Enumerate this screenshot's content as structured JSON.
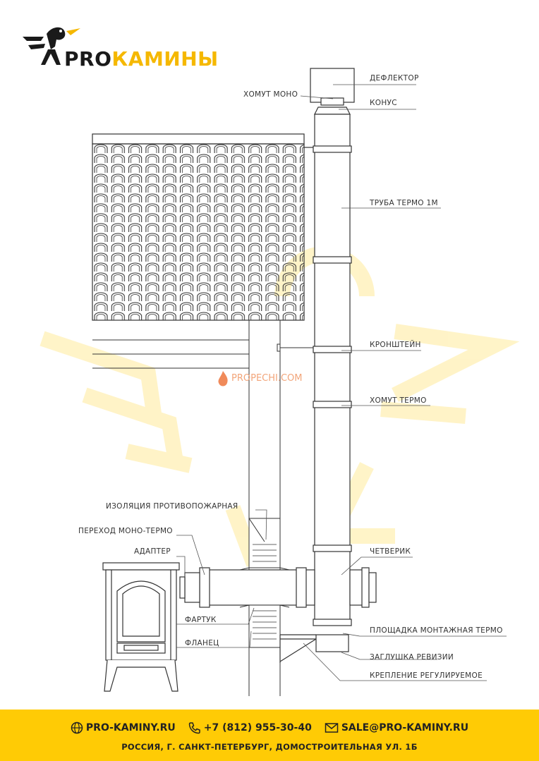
{
  "brand": {
    "pro": "PRO",
    "name": "КАМИНЫ"
  },
  "watermark": "PROPECHI.COM",
  "labels": {
    "deflector": "ДЕФЛЕКТОР",
    "clamp_mono": "ХОМУТ МОНО",
    "cone": "КОНУС",
    "pipe_thermo": "ТРУБА ТЕРМО 1М",
    "bracket": "КРОНШТЕЙН",
    "clamp_thermo": "ХОМУТ ТЕРМО",
    "fire_insulation": "ИЗОЛЯЦИЯ ПРОТИВОПОЖАРНАЯ",
    "mono_thermo_transition": "ПЕРЕХОД МОНО-ТЕРМО",
    "adapter": "АДАПТЕР",
    "tee": "ЧЕТВЕРИК",
    "apron": "ФАРТУК",
    "flange": "ФЛАНЕЦ",
    "mounting_platform": "ПЛОЩАДКА МОНТАЖНАЯ ТЕРМО",
    "inspection_cap": "ЗАГЛУШКА РЕВИЗИИ",
    "adjustable_mount": "КРЕПЛЕНИЕ РЕГУЛИРУЕМОЕ"
  },
  "footer": {
    "site": "PRO-KAMINY.RU",
    "phone": "+7 (812) 955-30-40",
    "email": "SALE@PRO-KAMINY.RU",
    "address": "РОССИЯ, Г. САНКТ-ПЕТЕРБУРГ, ДОМОСТРОИТЕЛЬНАЯ УЛ. 1Б"
  },
  "colors": {
    "accent": "#ffcb05",
    "brand_yellow": "#f5b800",
    "watermark_orange": "#f2a57a",
    "line": "#333333"
  },
  "icons": [
    "globe-icon",
    "phone-icon",
    "mail-icon",
    "griffin-logo-icon",
    "flame-icon"
  ]
}
